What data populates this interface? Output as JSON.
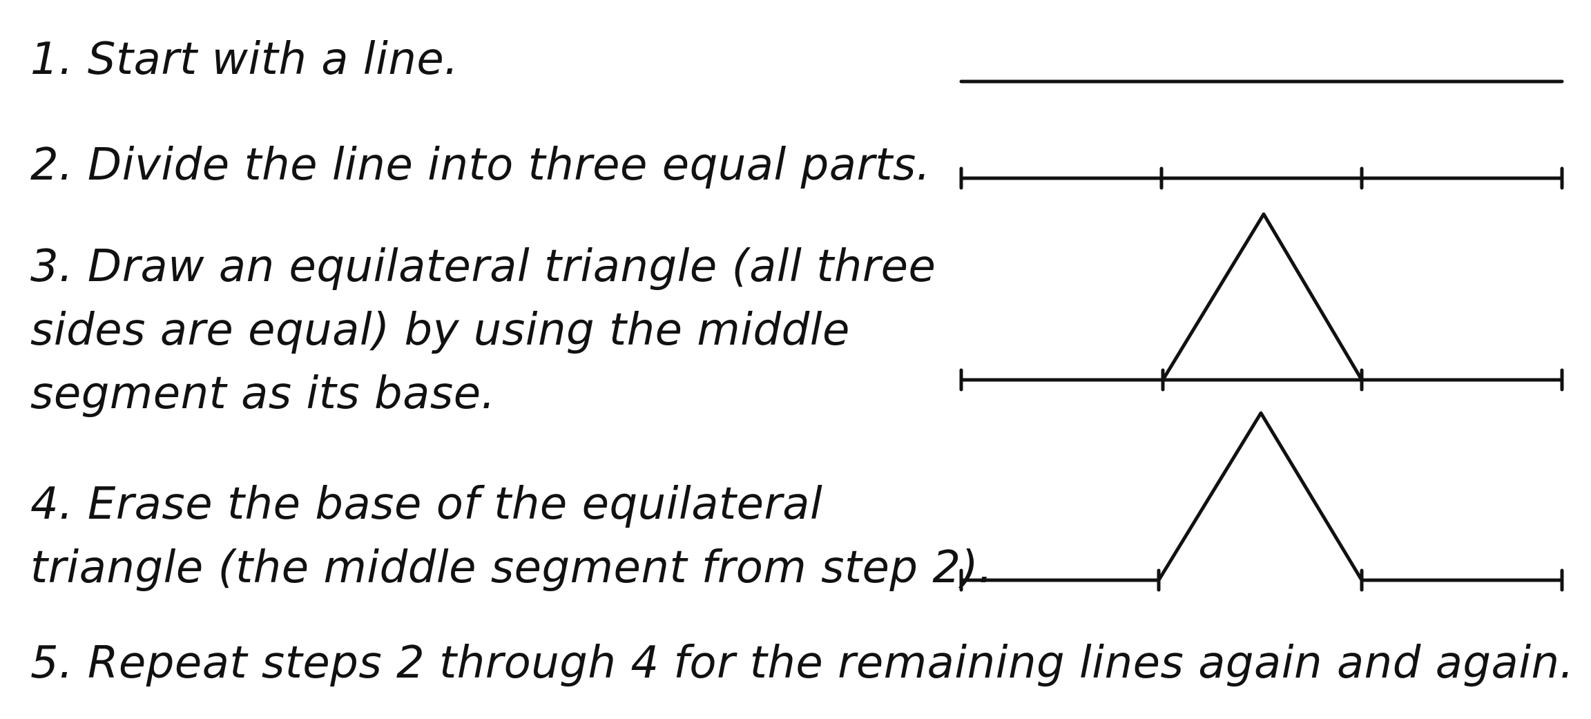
{
  "steps": [
    {
      "number": "1.",
      "lines": [
        "Start with a line."
      ]
    },
    {
      "number": "2.",
      "lines": [
        "Divide the line into three equal parts."
      ]
    },
    {
      "number": "3.",
      "lines": [
        "Draw an equilateral triangle (all three",
        "sides are equal) by using the middle",
        "segment as its base."
      ]
    },
    {
      "number": "4.",
      "lines": [
        "Erase the base of the equilateral",
        "triangle (the middle segment from step 2)."
      ]
    },
    {
      "number": "5.",
      "lines": [
        "Repeat steps 2 through 4 for the remaining lines again and again."
      ]
    }
  ],
  "colors": {
    "ink": "#111111",
    "background": "#ffffff"
  }
}
